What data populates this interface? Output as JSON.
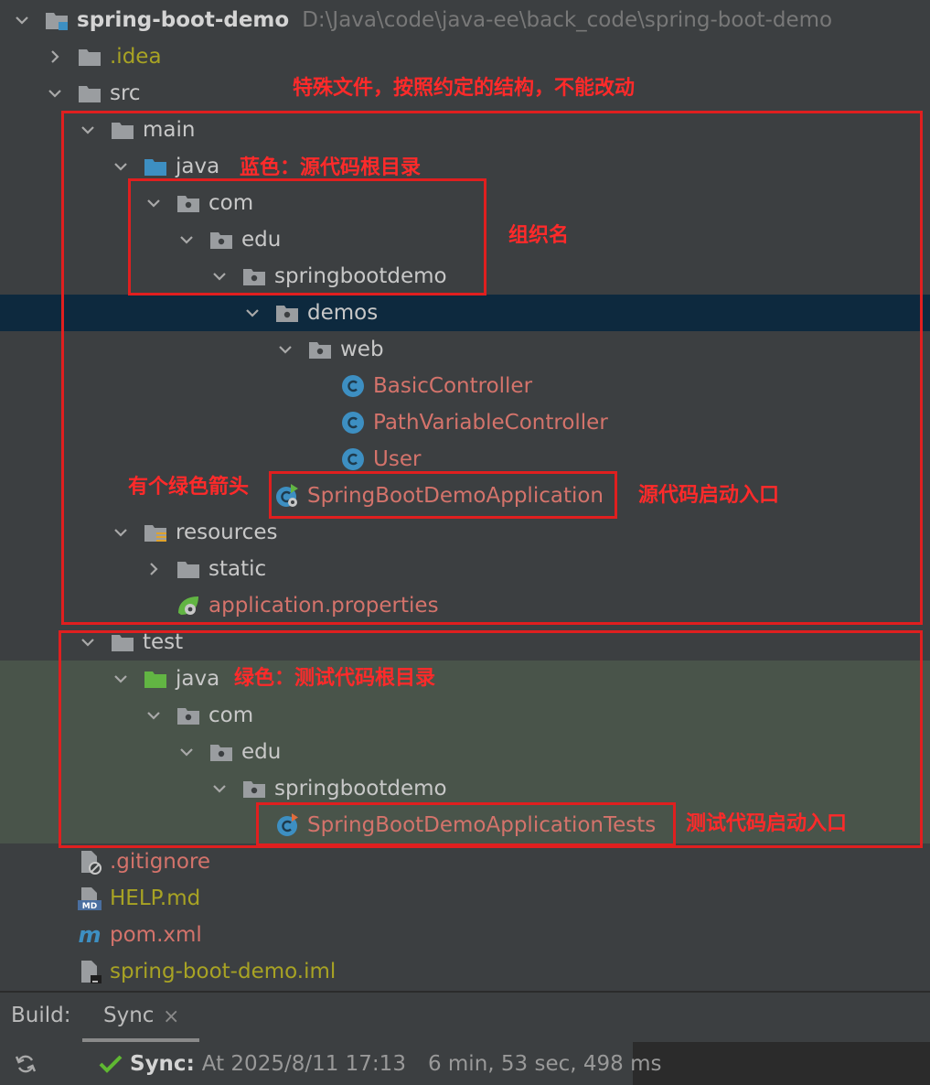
{
  "project": {
    "name": "spring-boot-demo",
    "path": "D:\\Java\\code\\java-ee\\back_code\\spring-boot-demo"
  },
  "tree": {
    "idea": ".idea",
    "src": "src",
    "main": "main",
    "main_java": "java",
    "com": "com",
    "edu": "edu",
    "springbootdemo": "springbootdemo",
    "demos": "demos",
    "web": "web",
    "basic_controller": "BasicController",
    "path_variable_controller": "PathVariableController",
    "user": "User",
    "application": "SpringBootDemoApplication",
    "resources": "resources",
    "static": "static",
    "application_properties": "application.properties",
    "test": "test",
    "test_java": "java",
    "test_com": "com",
    "test_edu": "edu",
    "test_springbootdemo": "springbootdemo",
    "application_tests": "SpringBootDemoApplicationTests",
    "gitignore": ".gitignore",
    "help_md": "HELP.md",
    "pom_xml": "pom.xml",
    "iml": "spring-boot-demo.iml"
  },
  "annotations": {
    "special_files": "特殊文件，按照约定的结构，不能改动",
    "blue_source_root": "蓝色：源代码根目录",
    "org_name": "组织名",
    "green_arrow": "有个绿色箭头",
    "source_entry": "源代码启动入口",
    "green_test_root": "绿色：测试代码根目录",
    "test_entry": "测试代码启动入口"
  },
  "build": {
    "label": "Build:",
    "tab_label": "Sync",
    "tab_close": "×",
    "status_title": "Sync:",
    "status_time": "At 2025/8/11 17:13",
    "status_duration": "6 min, 53 sec, 498 ms"
  },
  "colors": {
    "background": "#3c3f41",
    "selected_row": "#0d293e",
    "test_highlight": "#49544a",
    "annotation_red": "#e01f1f",
    "source_folder_blue": "#3d8fc2",
    "test_folder_green": "#62b543",
    "class_icon": "#3d8fc2"
  }
}
